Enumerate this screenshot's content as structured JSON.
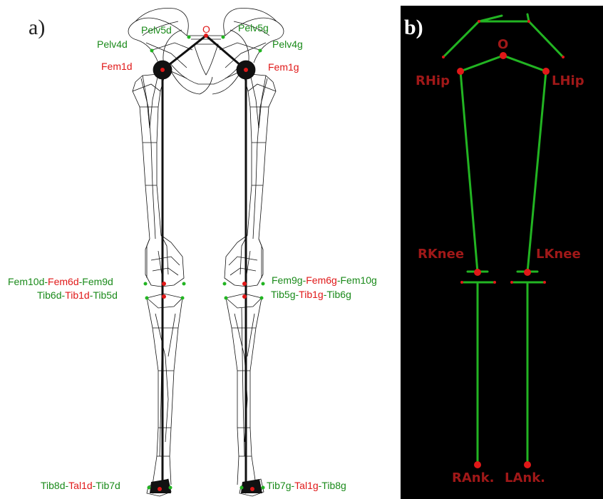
{
  "panel_a": {
    "letter": "a)",
    "labels": {
      "pelv5d": "Pelv5d",
      "pelv5g": "Pelv5g",
      "pelv4d": "Pelv4d",
      "pelv4g": "Pelv4g",
      "origin": "O",
      "fem1d": "Fem1d",
      "fem1g": "Fem1g",
      "knee_right_femur": [
        "Fem10d-",
        "Fem6d",
        "-Fem9d"
      ],
      "knee_right_tibia": [
        "Tib6d-",
        "Tib1d",
        "-Tib5d"
      ],
      "knee_left_femur": [
        "Fem9g-",
        "Fem6g",
        "-Fem10g"
      ],
      "knee_left_tibia": [
        "Tib5g-",
        "Tib1g",
        "-Tib6g"
      ],
      "ankle_right": [
        "Tib8d-",
        "Tal1d",
        "-Tib7d"
      ],
      "ankle_left": [
        "Tib7g-",
        "Tal1g",
        "-Tib8g"
      ]
    }
  },
  "panel_b": {
    "letter": "b)",
    "labels": {
      "origin": "O",
      "rhip": "RHip",
      "lhip": "LHip",
      "rknee": "RKnee",
      "lknee": "LKnee",
      "rank": "RAnk.",
      "lank": "LAnk."
    }
  },
  "colors": {
    "green_label": "#1a8a1a",
    "red_label": "#e01818",
    "skeleton_green": "#22b422",
    "joint_red": "#e01818",
    "label_darkred": "#a01818"
  }
}
